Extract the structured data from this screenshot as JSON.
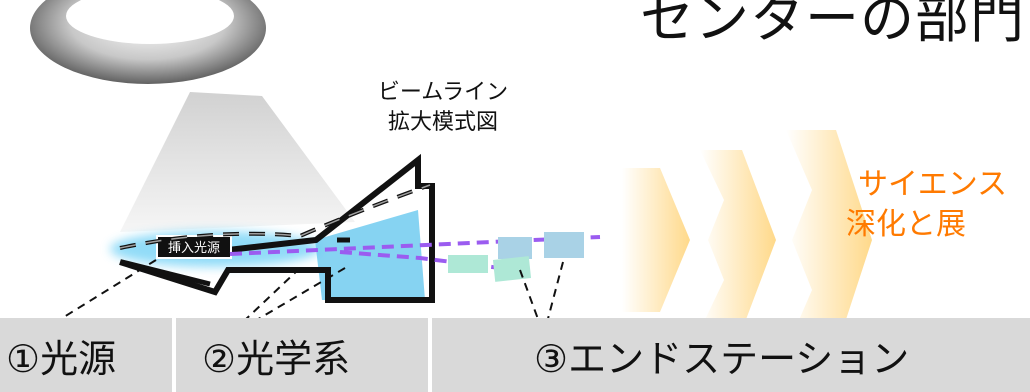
{
  "title": "センターの部門",
  "beamline_label": [
    "ビームライン",
    "拡大模式図"
  ],
  "insertion_source_label": "挿入光源",
  "science_text": [
    "サイエンス",
    "深化と展"
  ],
  "sections": [
    {
      "label": "①光源"
    },
    {
      "label": "②光学系"
    },
    {
      "label": "③エンドステーション"
    }
  ],
  "colors": {
    "science_text": "#ff7a00",
    "beam_dash": "#9b5cf0",
    "endstation_blue": "#a9d2e6",
    "endstation_green": "#aee8d6",
    "optics_fill": "#5ec4ee",
    "box_gray": "#d9d9d9",
    "arrow_yellow": "#ffd98a"
  }
}
